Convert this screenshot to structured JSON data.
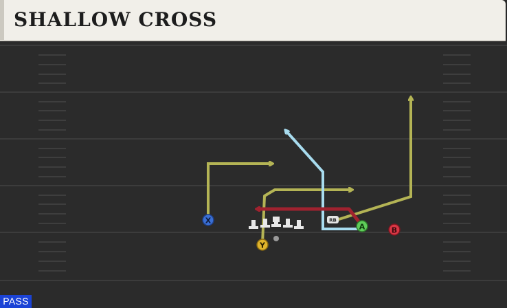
{
  "play": {
    "title": "SHALLOW CROSS",
    "type_badge": "PASS"
  },
  "players": {
    "x": "X",
    "y": "Y",
    "a": "A",
    "b": "B",
    "rb": "RB"
  },
  "colors": {
    "background": "#2b2b2b",
    "route_yellow": "#b4b455",
    "route_blue": "#a8dcef",
    "route_red": "#a0222f",
    "player_x": "#3a6fd4",
    "player_y": "#e0b42c",
    "player_a": "#5fcd5a",
    "player_b": "#d93745",
    "badge": "#1b43d6"
  }
}
